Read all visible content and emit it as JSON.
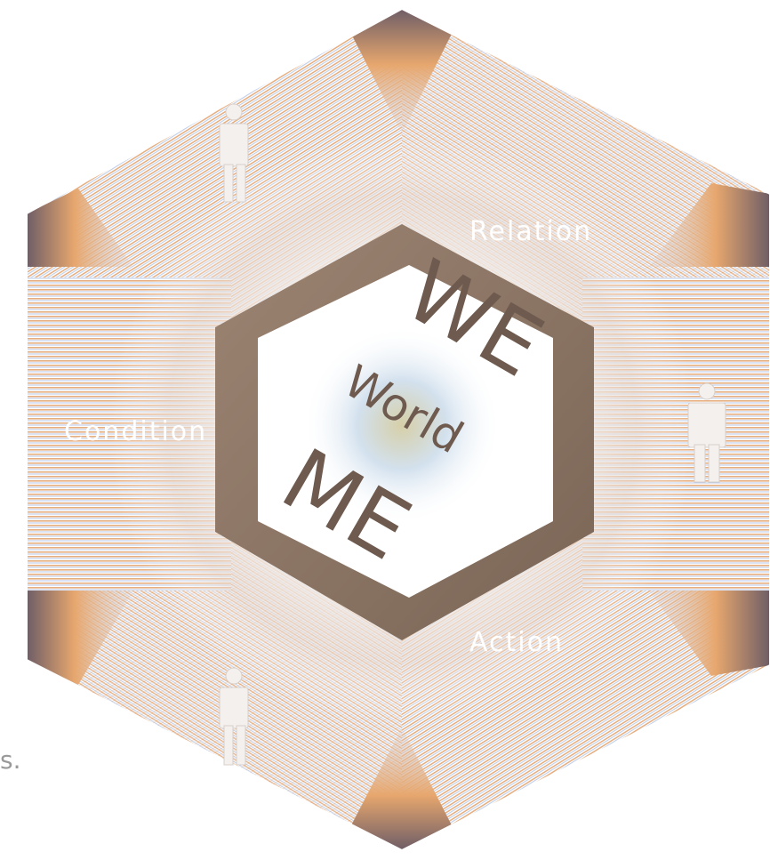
{
  "diagram": {
    "center": {
      "top_word": "WE",
      "middle_word": "World",
      "bottom_word": "ME"
    },
    "labels": {
      "relation": "Relation",
      "condition": "Condition",
      "action": "Action"
    },
    "caption_fragment": "s.",
    "colors": {
      "outer_dark": "#7a6a72",
      "outer_orange": "#e9a86c",
      "line_blue": "#a8bee2",
      "line_orange": "#e8ad7a",
      "inner_brown": "#8a7464",
      "text_light": "#ffffff",
      "text_dark": "#6e5a4e",
      "caption_grey": "#9a9a9a"
    },
    "icons": [
      "person-icon-top-left",
      "person-icon-right",
      "person-icon-bottom-left"
    ]
  }
}
